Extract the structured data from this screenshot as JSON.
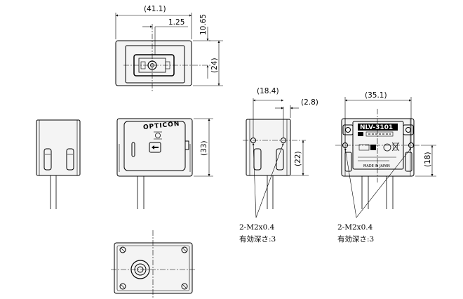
{
  "top_view": {
    "width_dim": "(41.1)",
    "offset_dim": "1.25",
    "top_dim": "10.65",
    "height_dim": "(24)"
  },
  "front_view": {
    "logo_text": "OPTICON",
    "height_dim": "(33)"
  },
  "right_side_view": {
    "width_dim": "(18.4)",
    "offset_dim": "(2.8)",
    "hole_height_dim": "(22)",
    "thread_note": "2-M2x0.4",
    "depth_note": "有効深さ:3"
  },
  "back_view": {
    "width_dim": "(35.1)",
    "hole_height_dim": "(18)",
    "model_label": "NLV-3101",
    "made_in": "MADE IN JAPAN",
    "thread_note": "2-M2x0.4",
    "depth_note": "有効深さ:3"
  },
  "colors": {
    "line": "#000000",
    "body_fill": "#f4f4f4",
    "background": "#ffffff"
  }
}
